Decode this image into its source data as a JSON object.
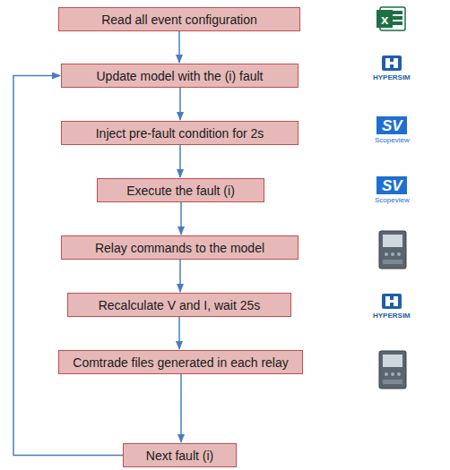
{
  "diagram": {
    "nodes": [
      {
        "text": [
          "Read all event configuration"
        ]
      },
      {
        "text": [
          "Update model with the (i) fault"
        ]
      },
      {
        "text": [
          "Inject pre-fault condition for 2s"
        ]
      },
      {
        "text": [
          "Execute the fault (i)"
        ]
      },
      {
        "text": [
          "Relay commands to the model"
        ]
      },
      {
        "text": [
          "Recalculate V and I, wait 25s"
        ]
      },
      {
        "text": [
          "Comtrade files generated in each relay"
        ]
      },
      {
        "text": [
          "Next fault (i)"
        ]
      }
    ],
    "edges": [
      {
        "from": 0,
        "to": 1,
        "arrow": "to"
      },
      {
        "from": 1,
        "to": 2,
        "arrow": "to"
      },
      {
        "from": 2,
        "to": 3,
        "arrow": "to"
      },
      {
        "from": 3,
        "to": 4,
        "arrow": "to"
      },
      {
        "from": 4,
        "to": 5,
        "arrow": "to"
      },
      {
        "from": 5,
        "to": 6,
        "arrow": "to"
      },
      {
        "from": 6,
        "to": 7,
        "arrow": "to"
      },
      {
        "from": 7,
        "to": 1,
        "arrow": "to"
      }
    ],
    "labels": [
      "x",
      "HYPERSIM",
      "SV",
      "Scopeview",
      "SV",
      "Scopeview",
      "HYPERSIM"
    ]
  }
}
